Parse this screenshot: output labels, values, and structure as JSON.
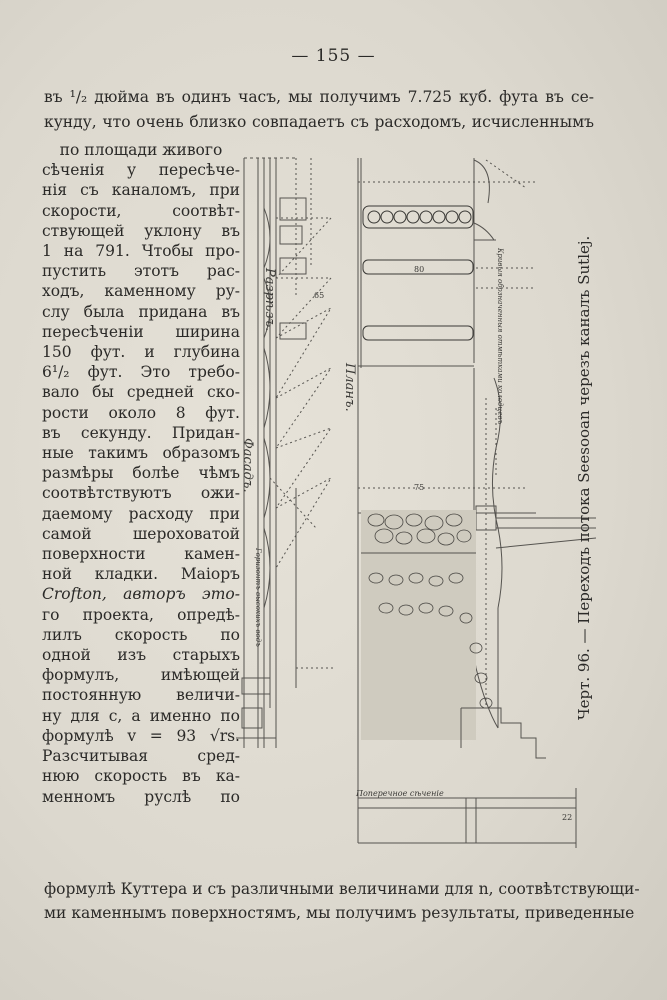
{
  "page_number": "— 155 —",
  "lines_top": [
    "въ ¹/₂ дюйма въ одинъ часъ, мы получимъ 7.725 куб. фута въ се-",
    "кунду, что очень близко совпадаетъ съ расходомъ, исчисленнымъ"
  ],
  "column_lines": [
    "по площади живого",
    "сѣченія у пересѣче-",
    "нія съ каналомъ, при",
    "скорости, соотвѣт-",
    "ствующей уклону въ",
    "1 на 791. Чтобы про-",
    "пустить этотъ рас-",
    "ходъ, каменному ру-",
    "слу была придана въ",
    "пересѣченіи ширина",
    "150 фут. и глубина",
    "6¹/₂ фут. Это требо-",
    "вало бы средней ско-",
    "рости около 8 фут.",
    "въ секунду. Придан-",
    "ные такимъ образомъ",
    "размѣры болѣе чѣмъ",
    "соотвѣтствуютъ ожи-",
    "даемому расходу при",
    "самой шероховатой",
    "поверхности камен-",
    "ной кладки. Маіоръ",
    "Crofton, авторъ это-",
    "го проекта, опредѣ-",
    "лилъ скорость по",
    "одной изъ старыхъ",
    "формулъ, имѣющей",
    "постоянную величи-",
    "ну для c, а именно по",
    "формулѣ v = 93 √rs.",
    "Разсчитывая сред-",
    "нюю скорость въ ка-",
    "менномъ руслѣ по"
  ],
  "lines_bottom": [
    "формулѣ Куттера и съ различными величинами для n, соотвѣтствующи-",
    "ми каменнымъ поверхностямъ, мы получимъ результаты, приведенные"
  ],
  "figure": {
    "caption": "Черт. 96. — Переходъ потока Seesooan черезъ каналъ Sutlej.",
    "labels": {
      "razrez": "Разрѣзъ.",
      "fasad": "Фасадъ.",
      "plan": "Планъ.",
      "cross_section": "Поперечное сѣченіе",
      "horizon": "Горизонтъ высокихъ водъ",
      "krivye": "Кривыя обозначенныя отмѣтками колодцевъ",
      "dim_75": "75",
      "dim_80": "80",
      "dim_65": "65",
      "dim_22": "22"
    }
  },
  "colors": {
    "paper": "#ddd9cf",
    "ink": "#2b2a28",
    "line": "#55534f"
  }
}
